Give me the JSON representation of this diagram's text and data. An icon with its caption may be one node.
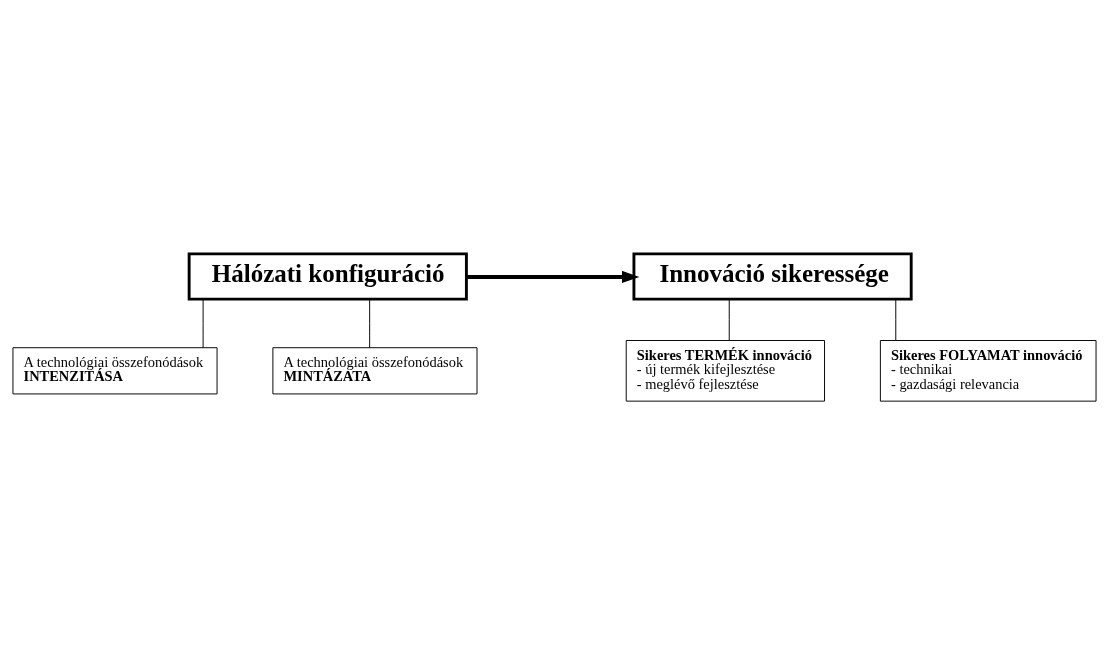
{
  "diagram": {
    "nodes": [
      {
        "text": [
          "Hálózati konfiguráció"
        ]
      },
      {
        "text": [
          "Innováció sikeressége"
        ]
      },
      {
        "text": [
          "A technológiai összefonódások",
          "INTENZITÁSA"
        ]
      },
      {
        "text": [
          "A technológiai összefonódások",
          "MINTÁZATA"
        ]
      },
      {
        "text": [
          "Sikeres TERMÉK innováció",
          "- új termék kifejlesztése",
          "- meglévő fejlesztése"
        ]
      },
      {
        "text": [
          "Sikeres FOLYAMAT innováció",
          "- technikai",
          "- gazdasági relevancia"
        ]
      }
    ],
    "edges": [
      {
        "from": 0,
        "to": 1,
        "arrow": "to",
        "style": "thick"
      },
      {
        "from": 0,
        "to": 2,
        "arrow": "none"
      },
      {
        "from": 0,
        "to": 3,
        "arrow": "none"
      },
      {
        "from": 1,
        "to": 4,
        "arrow": "none"
      },
      {
        "from": 1,
        "to": 5,
        "arrow": "none"
      }
    ]
  }
}
